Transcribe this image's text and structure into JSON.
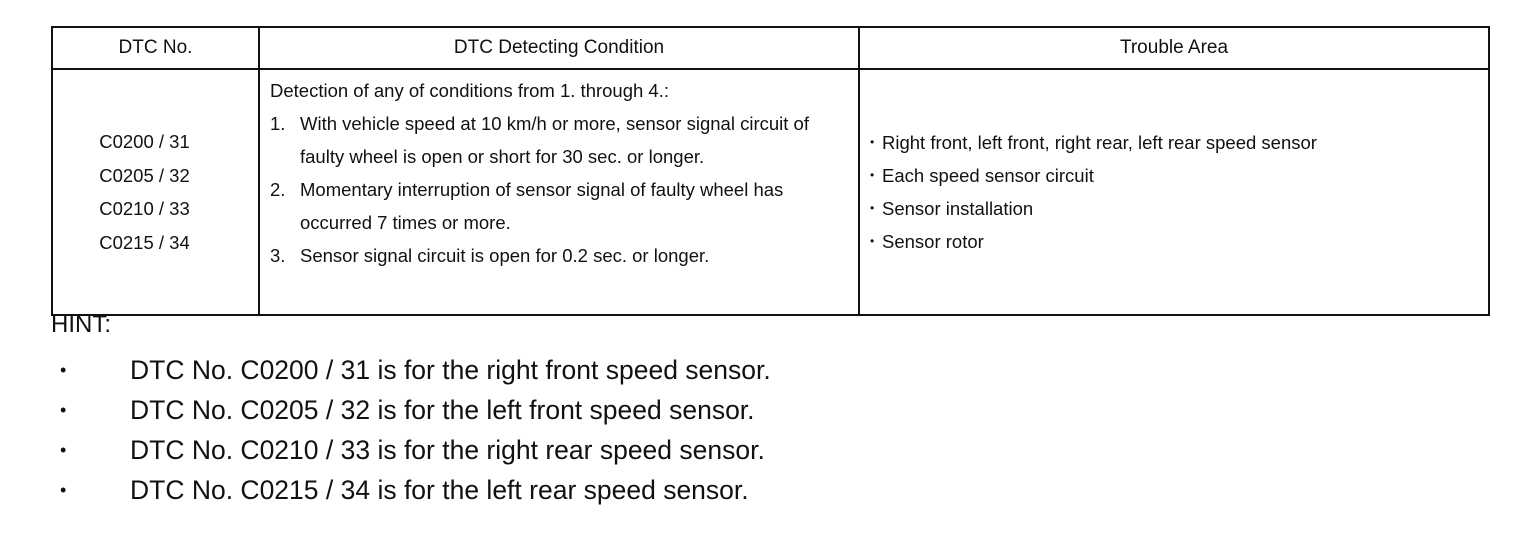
{
  "table": {
    "headers": [
      "DTC No.",
      "DTC Detecting Condition",
      "Trouble Area"
    ],
    "codes": [
      "C0200 / 31",
      "C0205 / 32",
      "C0210 / 33",
      "C0215 / 34"
    ],
    "condition_intro": "Detection of any of conditions from 1. through 4.:",
    "conditions": [
      {
        "num": "1.",
        "text": "With vehicle speed at 10 km/h or more, sensor signal circuit of faulty wheel is open or short for 30 sec. or longer."
      },
      {
        "num": "2.",
        "text": "Momentary interruption of sensor signal of faulty wheel has occurred 7 times or more."
      },
      {
        "num": "3.",
        "text": "Sensor signal circuit is open for 0.2 sec. or longer."
      }
    ],
    "trouble_areas": [
      "Right front, left front, right rear, left rear speed sensor",
      "Each speed sensor circuit",
      "Sensor installation",
      "Sensor rotor"
    ]
  },
  "hint": {
    "title": "HINT:",
    "items": [
      "DTC No. C0200 / 31 is for the right front speed sensor.",
      "DTC No. C0205 / 32 is for the left front speed sensor.",
      "DTC No. C0210 / 33 is for the right rear speed sensor.",
      "DTC No. C0215 / 34 is for the left rear speed sensor."
    ]
  }
}
